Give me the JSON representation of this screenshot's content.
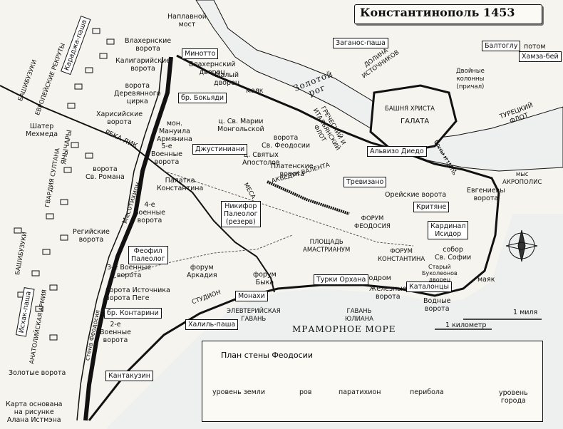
{
  "title": "Константинополь 1453",
  "water": {
    "golden_horn": "Золотой\nрог",
    "marmara": "МРАМОРНОЕ МОРЕ",
    "river": "РЕКА ЛИК"
  },
  "places": {
    "bridge": "Наплавной\nмост",
    "blachernae_gate": "Влахернские\nворота",
    "kaligaria_gate": "Калигарийские\nворота",
    "blachernae_palace": "Влахернский\nдворец",
    "wooden_circus_gate": "ворота\nДеревянного\nцирка",
    "small_palace": "Малый\nдворец",
    "lighthouse_n": "маяк",
    "charisian_gate": "Харисийские\nворота",
    "manuel_monastery": "мон.\nМануила\nАрмянина",
    "mary_church": "ц. Св. Марии\nМонгольской",
    "fifth_military_gate": "5-е\nВоенные\nворота",
    "st_romanus_gate": "ворота\nСв. Романа",
    "theodosius_gate": "ворота\nСв. Феодосии",
    "holy_apostles": "ц. Святых\nАпостолов",
    "platea_gate": "Платенские\nворота",
    "palatka": "Палатка\nКонстантина",
    "mesotichion": "Месотихион",
    "fourth_military_gate": "4-е\nВоенные\nворота",
    "aqueduct": "АКВЕДУК ВАЛЕНТА",
    "mesa": "МЕСА",
    "regium_gate": "Регийские\nворота",
    "forum_theodosius": "ФОРУМ\nФЕОДОСИЯ",
    "amastrianum": "ПЛОЩАДЬ\nАМАСТРИАНУМ",
    "forum_constantine": "ФОРУМ\nКОНСТАНТИНА",
    "hagia_sophia": "собор\nСв. Софии",
    "bucoleon": "Старый\nБуколеонов\nдворец",
    "hippodrome": "Ипподром",
    "iron_gate": "Железные\nворота",
    "third_military_gate": "3-е Военные\nворота",
    "forum_arcadius": "форум\nАркадия",
    "forum_bull": "форум\nБыка",
    "pege_gate": "ворота Источника\nворота Пеге",
    "studion": "СТУДИОН",
    "eleutherian_harbor": "ЭЛЕВТЕРИЙСКАЯ\nГАВАНЬ",
    "julian_harbor": "ГАВАНЬ\nЮЛИАНА",
    "water_gate": "Водные\nворота",
    "lighthouse_s": "маяк",
    "second_military_gate": "2-е\nВоенные\nворота",
    "theodosian_wall": "стена Феодосия",
    "golden_gate": "Золотые ворота",
    "acropolis": "мыс\nАКРОПОЛИС",
    "eugenius_gate": "Евгениевы\nворота",
    "horaia_gate": "Орейские ворота",
    "galata": "ГАЛАТА",
    "christ_tower": "БАШНЯ ХРИСТА",
    "double_columns": "Двойные\nколонны\n(причал)",
    "boom": "боны и цепь",
    "valley_springs": "ДОЛИНА\nИСТОЧНИКОВ",
    "turkish_fleet": "ТУРЕЦКИЙ\nФЛОТ",
    "genoese_fleet": "ГРЕЧЕСКИЙ И\nИТАЛЬЯНСКИЙ\nФЛОТ",
    "sultan_tent": "Шатер\nМехмеда",
    "bashibazouks_n": "БАШИБУЗУКИ",
    "european_recruits": "ЕВРОПЕЙСКИЕ РЕКРУТЫ",
    "sultan_guard": "ГВАРДИЯ СУЛТАНА",
    "janissaries": "ЯНЫЧАРЫ",
    "bashibazouks_s": "БАШИБУЗУКИ",
    "anatolian_army": "АНАТОЛИЙСКАЯ АРМИЯ"
  },
  "commanders": {
    "karadja": "Караджа-паша",
    "minotto": "Минотто",
    "bocchiardi": "бр. Бокьяди",
    "giustiniani": "Джустиниани",
    "nikephoros": "Никифор\nПалеолог\n(резерв)",
    "theophilus": "Феофил\nПалеолог",
    "contarini": "бр. Контарини",
    "kantakouzenos": "Кантакузин",
    "ishak": "Исхак-паша",
    "halil": "Халиль-паша",
    "monks": "Монахи",
    "orhan": "Турки Орхана",
    "catalans": "Каталонцы",
    "isidore": "Кардинал\nИсидор",
    "cretans": "Критяне",
    "trevisano": "Тревизано",
    "diedo": "Альвизо Диедо",
    "zaganos": "Заганос-паша",
    "baltoglu": "Балтоглу",
    "baltoglu_note": "потом",
    "hamza": "Хамза-бей"
  },
  "scale": {
    "mile": "1 миля",
    "km": "1 километр"
  },
  "inset": {
    "title": "План стены Феодосии",
    "ground_level": "уровень земли",
    "moat": "ров",
    "paratichion": "паратихион",
    "peribolos": "перибола",
    "city_level": "уровень\nгорода"
  },
  "credit": "Карта основана\nна рисунке\nАлана Истмэна"
}
